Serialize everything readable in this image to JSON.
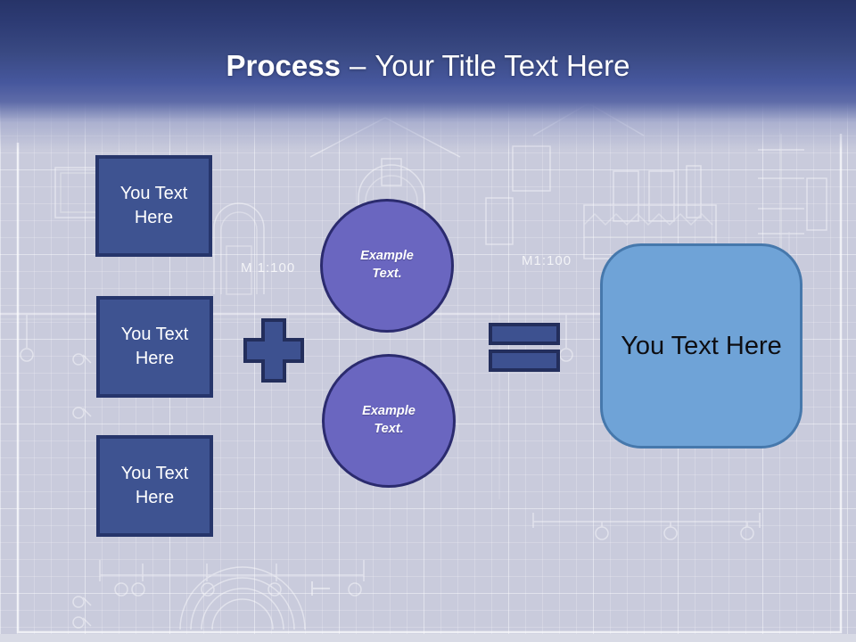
{
  "title": {
    "keyword": "Process",
    "separator": "–",
    "subtitle": "Your Title Text Here"
  },
  "diagram": {
    "inputs": [
      {
        "label": "You Text Here"
      },
      {
        "label": "You Text Here"
      },
      {
        "label": "You Text Here"
      }
    ],
    "operators": {
      "plus": "plus",
      "equals": "equals"
    },
    "examples": [
      {
        "label": "Example Text."
      },
      {
        "label": "Example Text."
      }
    ],
    "result": {
      "label": "You Text Here"
    }
  },
  "background": {
    "scale_labels": [
      "M 1:100",
      "M1:100"
    ]
  },
  "colors": {
    "header_top": "#273468",
    "header_mid": "#46579D",
    "body_background": "#C9CBDC",
    "input_fill": "#3E5391",
    "input_border": "#26356B",
    "circle_fill": "#6A66C0",
    "circle_border": "#2B2B6E",
    "operator_fill": "#3D5190",
    "operator_border": "#232E5C",
    "result_fill": "#6FA3D7",
    "result_border": "#4678AC",
    "title_text": "#FFFFFF",
    "result_text": "#0E0E12",
    "blueprint_line": "#FFFFFF"
  }
}
